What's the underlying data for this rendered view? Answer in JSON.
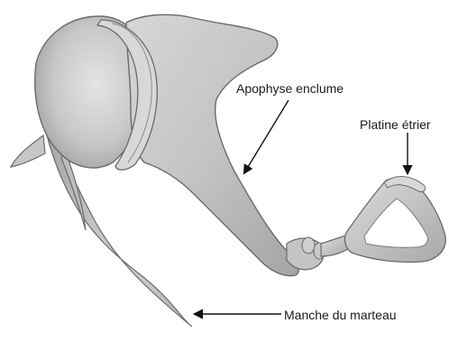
{
  "labels": {
    "apophyse": "Apophyse enclume",
    "platine": "Platine étrier",
    "manche": "Manche du marteau"
  },
  "colors": {
    "bone_fill": "#cdcdcd",
    "bone_shadow": "#9a9a9a",
    "bone_highlight": "#eeeeee",
    "outline": "#6a6a6a",
    "arrow": "#111111"
  }
}
